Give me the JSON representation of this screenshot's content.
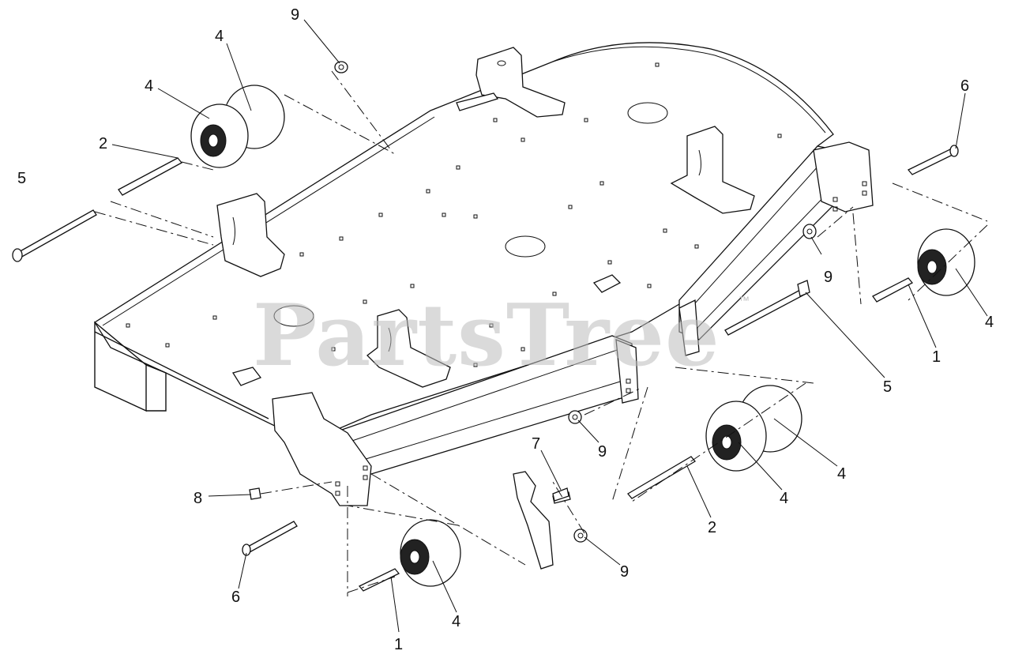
{
  "watermark": {
    "text": "PartsTree",
    "trademark": "™"
  },
  "callouts": [
    {
      "id": "c-9-top",
      "label": "9"
    },
    {
      "id": "c-4-top-a",
      "label": "4"
    },
    {
      "id": "c-4-top-b",
      "label": "4"
    },
    {
      "id": "c-2-left",
      "label": "2"
    },
    {
      "id": "c-5-left",
      "label": "5"
    },
    {
      "id": "c-6-right",
      "label": "6"
    },
    {
      "id": "c-9-right",
      "label": "9"
    },
    {
      "id": "c-4-right",
      "label": "4"
    },
    {
      "id": "c-1-right",
      "label": "1"
    },
    {
      "id": "c-5-right",
      "label": "5"
    },
    {
      "id": "c-7",
      "label": "7"
    },
    {
      "id": "c-9-mid",
      "label": "9"
    },
    {
      "id": "c-4-lower-right-a",
      "label": "4"
    },
    {
      "id": "c-4-lower-right-b",
      "label": "4"
    },
    {
      "id": "c-2-lower",
      "label": "2"
    },
    {
      "id": "c-8",
      "label": "8"
    },
    {
      "id": "c-9-lower",
      "label": "9"
    },
    {
      "id": "c-6-lower",
      "label": "6"
    },
    {
      "id": "c-4-bottom",
      "label": "4"
    },
    {
      "id": "c-1-bottom",
      "label": "1"
    }
  ]
}
